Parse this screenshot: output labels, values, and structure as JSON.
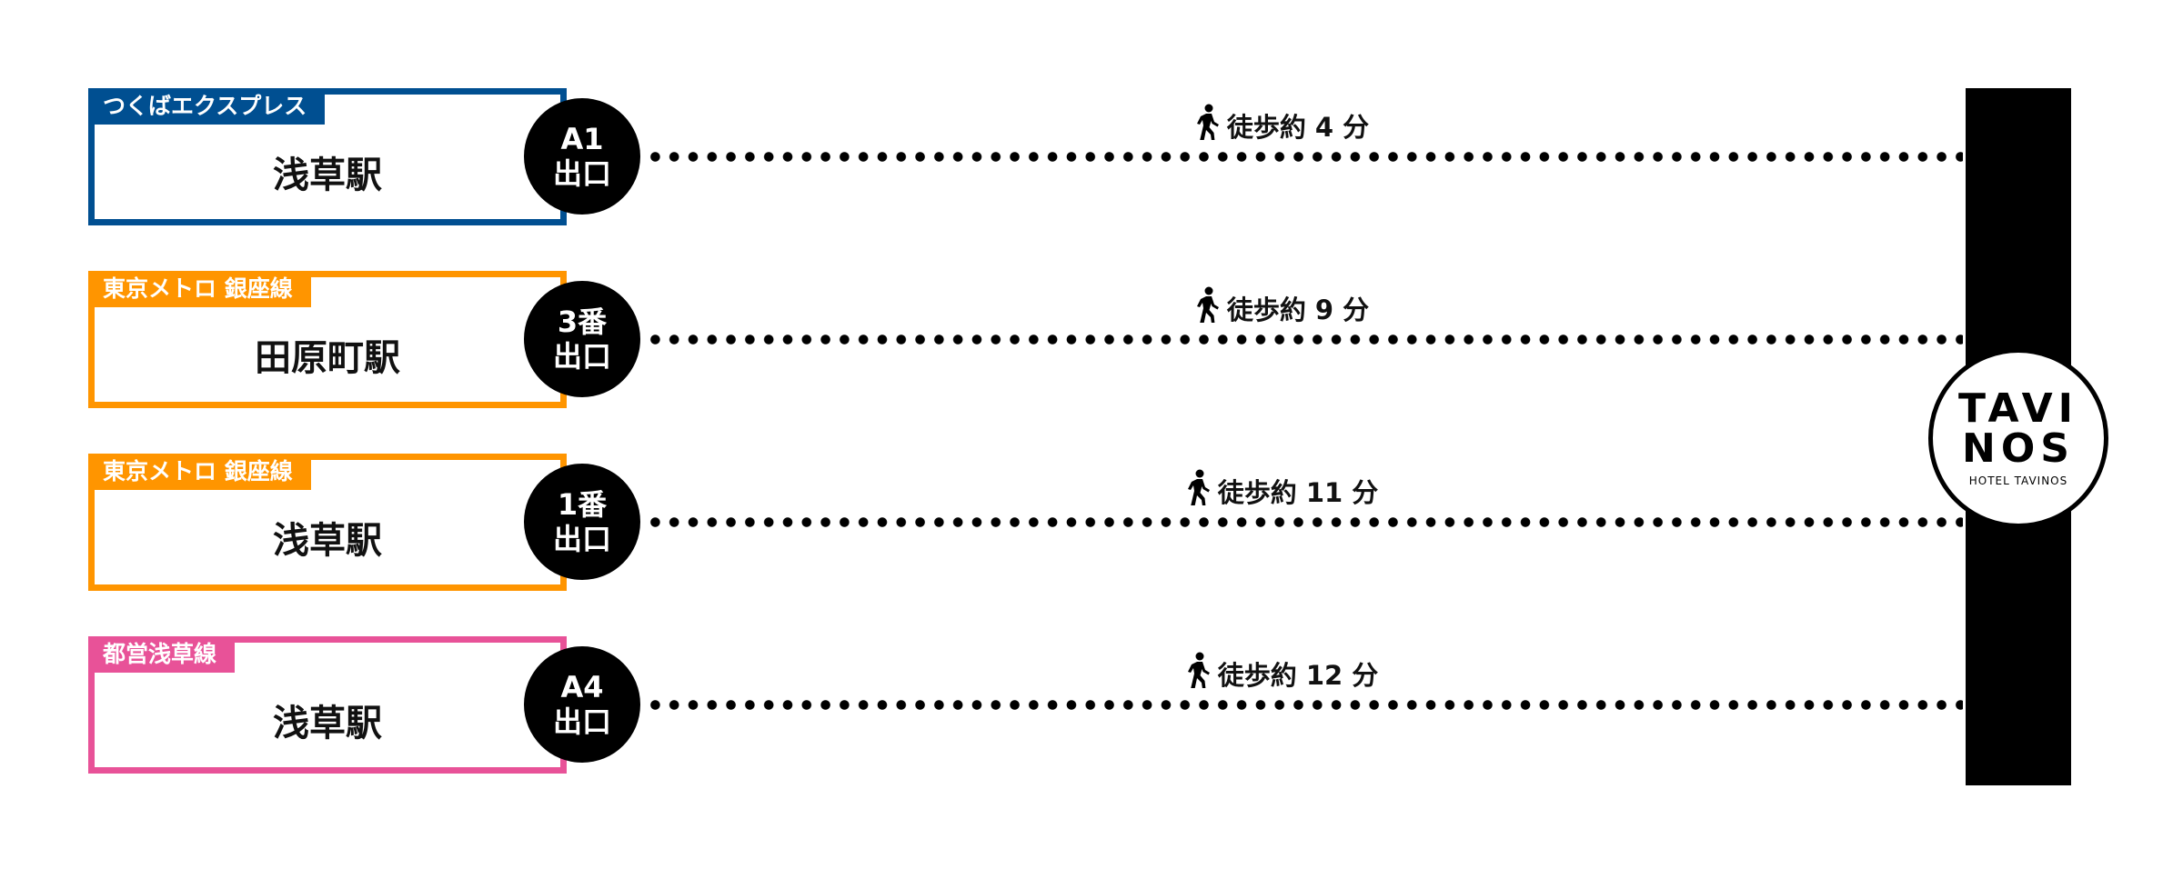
{
  "routes": [
    {
      "line": "つくばエクスプレス",
      "station": "浅草駅",
      "exit_top": "A1",
      "exit_bottom": "出口",
      "walk": "徒歩約 4 分",
      "color": "#004f91"
    },
    {
      "line": "東京メトロ 銀座線",
      "station": "田原町駅",
      "exit_top": "3番",
      "exit_bottom": "出口",
      "walk": "徒歩約 9 分",
      "color": "#ff9500"
    },
    {
      "line": "東京メトロ 銀座線",
      "station": "浅草駅",
      "exit_top": "1番",
      "exit_bottom": "出口",
      "walk": "徒歩約 11 分",
      "color": "#ff9500"
    },
    {
      "line": "都営浅草線",
      "station": "浅草駅",
      "exit_top": "A4",
      "exit_bottom": "出口",
      "walk": "徒歩約 12 分",
      "color": "#e85298"
    }
  ],
  "hotel": {
    "logo_line1": "TAVI",
    "logo_line2": "NOS",
    "name": "HOTEL TAVINOS"
  }
}
